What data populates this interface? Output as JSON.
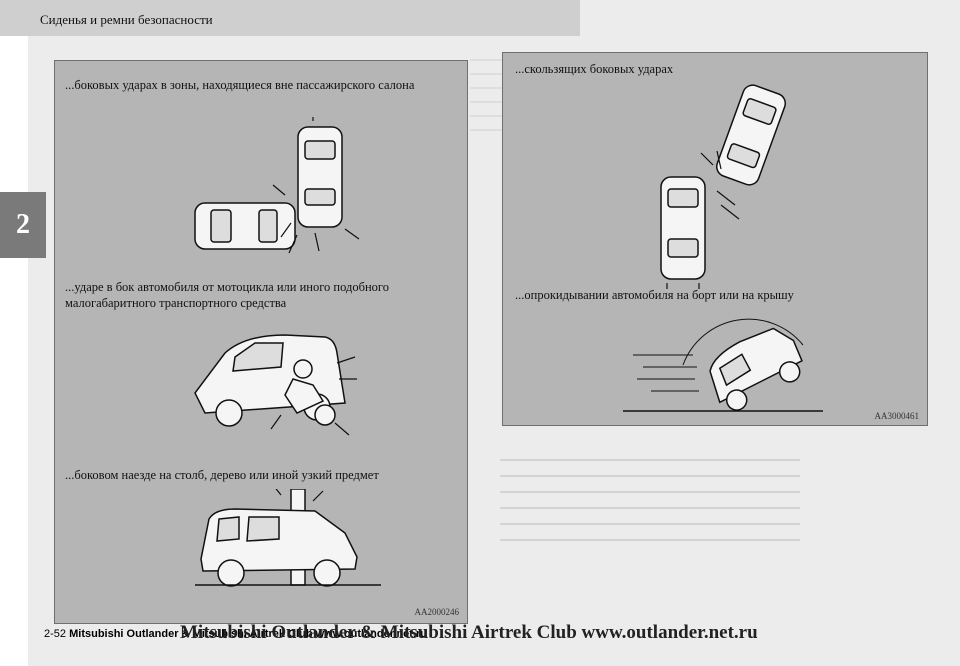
{
  "header": {
    "title": "Сиденья и ремни безопасности"
  },
  "chapter_tab": {
    "number": "2"
  },
  "left_panel": {
    "captions": [
      "...боковых ударах в зоны, находящиеся вне пассажирского салона",
      "...ударе в бок автомобиля от мотоцикла или иного подобного",
      "малогабаритного транспортного средства",
      "...боковом наезде на столб, дерево или иной узкий предмет"
    ],
    "figure_code": "AA2000246"
  },
  "right_panel": {
    "captions": [
      "...скользящих боковых ударах",
      "...опрокидывании автомобиля на борт или на крышу"
    ],
    "figure_code": "AA3000461"
  },
  "footer": {
    "page_number": "2-52",
    "book_title": "Mitsubishi Outlander & Mitsubishi Airtrek Club www.outlander.net.ru",
    "watermark": "Mitsubishi Outlander & Mitsubishi Airtrek Club www.outlander.net.ru"
  }
}
